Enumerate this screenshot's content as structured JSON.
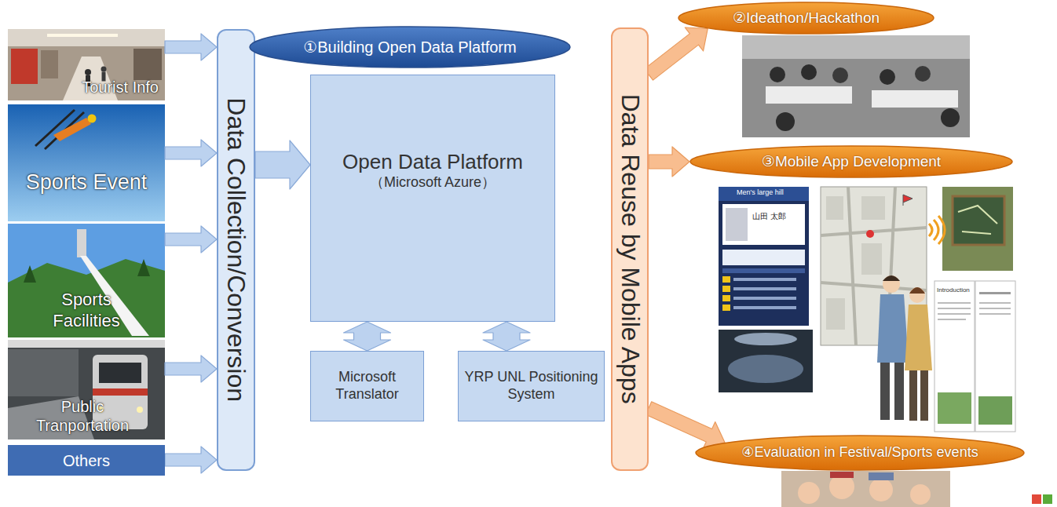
{
  "diagram": {
    "nodes": [
      {
        "text": [
          "Tourist Info"
        ]
      },
      {
        "text": [
          "Sports Event"
        ]
      },
      {
        "text": [
          "Sports Facilities"
        ]
      },
      {
        "text": [
          "Public Tranportation"
        ]
      },
      {
        "text": [
          "Others"
        ]
      },
      {
        "text": [
          "Data Collection/Conversion"
        ]
      },
      {
        "text": [
          "①Building Open Data Platform"
        ]
      },
      {
        "text": [
          "Open Data Platform",
          "（Microsoft Azure）"
        ]
      },
      {
        "text": [
          "Microsoft Translator"
        ]
      },
      {
        "text": [
          "YRP UNL Positioning System"
        ]
      },
      {
        "text": [
          "Data Reuse by Mobile Apps"
        ]
      },
      {
        "text": [
          "②Ideathon/Hackathon"
        ]
      },
      {
        "text": [
          "③Mobile App Development"
        ]
      },
      {
        "text": [
          "④Evaluation in Festival/Sports events"
        ]
      }
    ],
    "edges": [
      {
        "from": 0,
        "to": 5,
        "arrow": "to"
      },
      {
        "from": 1,
        "to": 5,
        "arrow": "to"
      },
      {
        "from": 2,
        "to": 5,
        "arrow": "to"
      },
      {
        "from": 3,
        "to": 5,
        "arrow": "to"
      },
      {
        "from": 4,
        "to": 5,
        "arrow": "to"
      },
      {
        "from": 5,
        "to": 7,
        "arrow": "to"
      },
      {
        "from": 7,
        "to": 8,
        "arrow": "both"
      },
      {
        "from": 7,
        "to": 9,
        "arrow": "both"
      },
      {
        "from": 10,
        "to": 11,
        "arrow": "to"
      },
      {
        "from": 10,
        "to": 12,
        "arrow": "to"
      },
      {
        "from": 10,
        "to": 13,
        "arrow": "to"
      }
    ],
    "labels": [
      "Men's large hill",
      "山田 太郎",
      "Introduction"
    ]
  }
}
